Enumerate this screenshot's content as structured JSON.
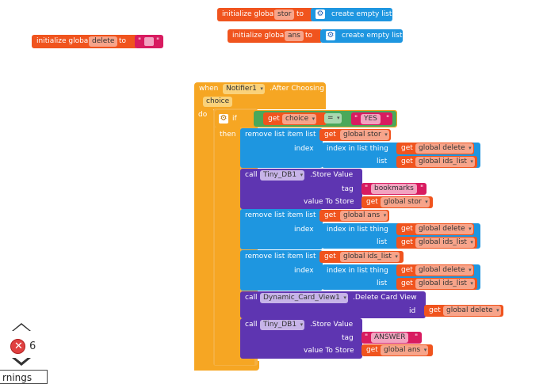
{
  "globals": {
    "stor": {
      "init": "initialize global",
      "name": "stor",
      "to": "to",
      "value": "create empty list"
    },
    "ans": {
      "init": "initialize global",
      "name": "ans",
      "to": "to",
      "value": "create empty list"
    },
    "delete": {
      "init": "initialize global",
      "name": "delete",
      "to": "to"
    }
  },
  "event": {
    "when": "when",
    "component": "Notifier1",
    "event": ".After Choosing",
    "param": "choice",
    "do": "do"
  },
  "if_block": {
    "if": "if",
    "then": "then",
    "get": "get",
    "var": "choice",
    "op": "=",
    "text": "YES"
  },
  "stmt1": {
    "title": "remove list item  list",
    "get": "get",
    "list_var": "global stor",
    "index_label": "index",
    "index_fn": "index in list  thing",
    "thing_get": "get",
    "thing_var": "global delete",
    "list_label": "list",
    "list_get": "get",
    "list_var2": "global ids_list"
  },
  "stmt2": {
    "call": "call",
    "component": "Tiny_DB1",
    "method": ".Store Value",
    "tag_label": "tag",
    "tag_text": "bookmarks",
    "value_label": "value To Store",
    "value_get": "get",
    "value_var": "global stor"
  },
  "stmt3": {
    "title": "remove list item  list",
    "get": "get",
    "list_var": "global ans",
    "index_label": "index",
    "index_fn": "index in list  thing",
    "thing_get": "get",
    "thing_var": "global delete",
    "list_label": "list",
    "list_get": "get",
    "list_var2": "global ids_list"
  },
  "stmt4": {
    "title": "remove list item  list",
    "get": "get",
    "list_var": "global ids_list",
    "index_label": "index",
    "index_fn": "index in list  thing",
    "thing_get": "get",
    "thing_var": "global delete",
    "list_label": "list",
    "list_get": "get",
    "list_var2": "global ids_list"
  },
  "stmt5": {
    "call": "call",
    "component": "Dynamic_Card_View1",
    "method": ".Delete Card View",
    "id_label": "id",
    "id_get": "get",
    "id_var": "global delete"
  },
  "stmt6": {
    "call": "call",
    "component": "Tiny_DB1",
    "method": ".Store Value",
    "tag_label": "tag",
    "tag_text": "ANSWER",
    "value_label": "value To Store",
    "value_get": "get",
    "value_var": "global ans"
  },
  "warnings": {
    "error_count": "6",
    "button_label": "rnings"
  },
  "colors": {
    "variable": "#f0541e",
    "list": "#1e96e0",
    "component": "#5e35b1",
    "event": "#f6a623",
    "logic": "#4aa85a",
    "text": "#d81b60"
  }
}
